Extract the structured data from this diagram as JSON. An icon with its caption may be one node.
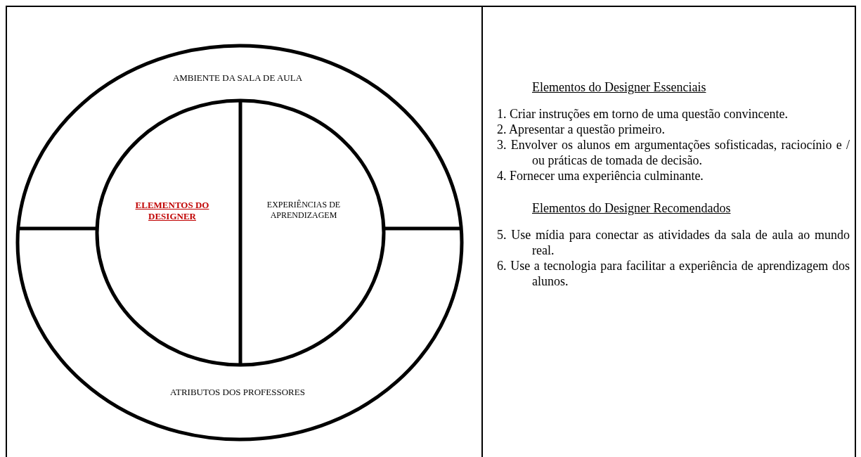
{
  "diagram": {
    "nodes": [
      {
        "text": [
          "AMBIENTE DA SALA DE AULA",
          "ATRIBUTOS DOS PROFESSORES"
        ]
      },
      {
        "text": [
          "ELEMENTOS DO DESIGNER",
          "EXPERIÊNCIAS DE APRENDIZAGEM"
        ],
        "in": 0
      }
    ],
    "labels": [
      "Elementos do Designer Essenciais",
      "1. Criar instruções em torno de uma questão convincente.",
      "2. Apresentar a questão primeiro.",
      "3. Envolver os alunos em argumentações sofisticadas, raciocínio e / ou práticas de tomada de decisão.",
      "4. Fornecer uma experiência culminante.",
      "Elementos do Designer Recomendados",
      "5. Use mídia para conectar as atividades da sala de aula ao mundo real.",
      "6. Use a tecnologia para facilitar a experiência de aprendizagem dos alunos."
    ]
  }
}
